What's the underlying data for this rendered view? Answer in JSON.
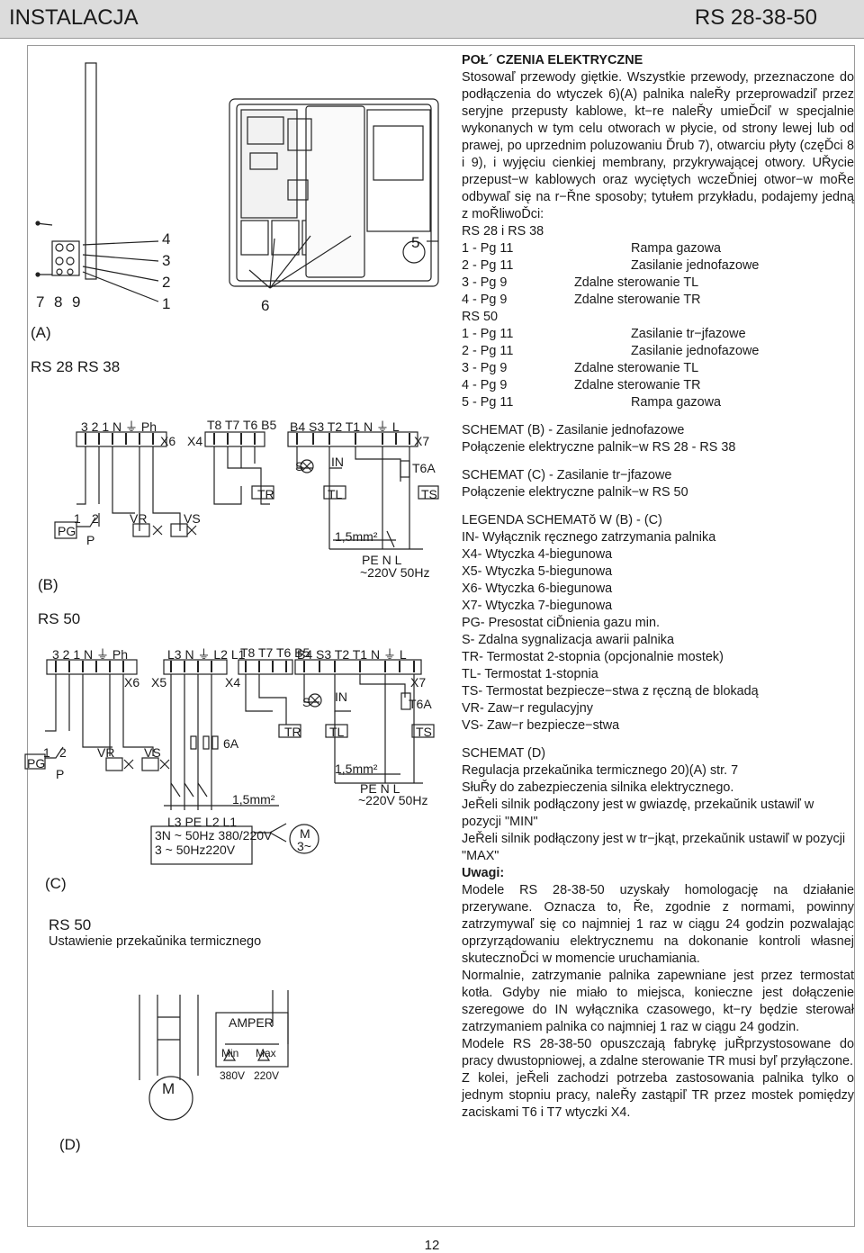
{
  "header": {
    "left": "INSTALACJA",
    "right": "RS 28-38-50"
  },
  "fig_labels": {
    "a": "(A)",
    "a_sub": "RS 28  RS 38",
    "b": "(B)",
    "b_sub": "RS 50",
    "c": "(C)",
    "c_sub": "RS 50",
    "c_caption": "Ustawienie przekaŭnika termicznego",
    "d": "(D)",
    "n7": "7",
    "n8": "8",
    "n9": "9",
    "n4": "4",
    "n3": "3",
    "n2": "2",
    "n1": "1",
    "n5": "5",
    "n6": "6"
  },
  "wiring": {
    "b_top": "3  2  1  N  ⏚  Ph",
    "x6": "X6",
    "x4": "X4",
    "x5": "X5",
    "x7": "X7",
    "b_mid": "T8 T7  T6 B5",
    "b_right": "B4 S3 T2     T1    N  ⏚   L",
    "s": "S",
    "in": "IN",
    "t6a": "T6A",
    "tr": "TR",
    "tl": "TL",
    "ts": "TS",
    "pg": "PG",
    "vr": "VR",
    "vs": "VS",
    "p": "P",
    "one": "1",
    "two": "2",
    "wire": "1,5mm²",
    "supply_top": "PE N    L",
    "supply": "~220V 50Hz",
    "c_l": "L3  N  ⏚  L2 L1",
    "c_6a": "6A",
    "c_l2": "L3   PE L2 L1",
    "c_3n1": "3N ~ 50Hz 380/220V",
    "c_3n2": "3 ~  50Hz220V",
    "c_m": "M",
    "c_3ph": "3~",
    "amper": "AMPER",
    "min": "Min",
    "max": "Max",
    "v380": "380V",
    "v220": "220V"
  },
  "text": {
    "title": "POŁ´ CZENIA ELEKTRYCZNE",
    "p1": "Stosowaľ  przewody giętkie. Wszystkie przewody, przeznaczone do podłączenia do wtyczek 6)(A) palnika naleŘy przeprowadziľ  przez seryjne przepusty kablowe, kt−re naleŘy umieĎciľ  w specjalnie wykonanych w tym celu otworach w płycie, od strony lewej lub od prawej, po uprzednim poluzowaniu Ďrub 7), otwarciu płyty (częĎci 8 i 9), i wyjęciu cienkiej membrany, przykrywającej otwory. UŘycie przepust−w kablowych oraz wyciętych wczeĎniej otwor−w moŘe odbywaľ  się na r−Řne sposoby; tytułem przykładu, podajemy jedną z moŘliwoĎci:",
    "rs2838": "RS 28 i RS 38",
    "list1": [
      {
        "a": "1 - Pg 11",
        "b": "Rampa gazowa",
        "w": 1
      },
      {
        "a": "2 - Pg 11",
        "b": "Zasilanie jednofazowe",
        "w": 1
      },
      {
        "a": "3 - Pg 9",
        "b": "Zdalne sterowanie TL",
        "w": 0
      },
      {
        "a": "4 - Pg 9",
        "b": "Zdalne sterowanie TR",
        "w": 0
      }
    ],
    "rs50": "RS 50",
    "list2": [
      {
        "a": "1 - Pg 11",
        "b": "Zasilanie tr−jfazowe",
        "w": 1
      },
      {
        "a": "2 - Pg 11",
        "b": "Zasilanie jednofazowe",
        "w": 1
      },
      {
        "a": "3 - Pg 9",
        "b": "Zdalne sterowanie TL",
        "w": 0
      },
      {
        "a": "4 - Pg 9",
        "b": "Zdalne sterowanie TR",
        "w": 0
      },
      {
        "a": "5 - Pg 11",
        "b": "Rampa gazowa",
        "w": 1
      }
    ],
    "schB_t": "SCHEMAT (B) - Zasilanie jednofazowe",
    "schB_d": "Połączenie elektryczne palnik−w RS 28 - RS 38",
    "schC_t": "SCHEMAT (C) - Zasilanie tr−jfazowe",
    "schC_d": "Połączenie elektryczne palnik−w RS 50",
    "leg_t": "LEGENDA SCHEMATŏ W (B) - (C)",
    "legend": [
      "IN- Wyłącznik ręcznego zatrzymania palnika",
      "X4- Wtyczka 4-biegunowa",
      "X5- Wtyczka 5-biegunowa",
      "X6- Wtyczka 6-biegunowa",
      "X7- Wtyczka 7-biegunowa",
      "PG- Presostat ciĎnienia gazu min.",
      "S- Zdalna sygnalizacja awarii palnika",
      "TR- Termostat 2-stopnia (opcjonalnie mostek)",
      "TL- Termostat 1-stopnia",
      "TS- Termostat bezpiecze−stwa z ręczną de blokadą",
      "VR- Zaw−r regulacyjny",
      "VS- Zaw−r bezpiecze−stwa"
    ],
    "schD_t": "SCHEMAT (D)",
    "schD_l1": "Regulacja przekaŭnika termicznego 20)(A) str. 7",
    "schD_l2": "SłuŘy do zabezpieczenia silnika elektrycznego.",
    "schD_l3": "JeŘeli silnik podłączony jest w gwiazdę, przekaŭnik ustawiľ w pozycji \"MIN\"",
    "schD_l4": "JeŘeli silnik podłączony jest w tr−jkąt, przekaŭnik ustawiľ  w pozycji \"MAX\"",
    "uwagi": "Uwagi:",
    "n1": "Modele RS 28-38-50 uzyskały homologację na działanie przerywane. Oznacza to, Ře, zgodnie z normami, powinny zatrzymywaľ  się co najmniej 1 raz w ciągu 24 godzin pozwalając oprzyrządowaniu elektrycznemu na dokonanie kontroli własnej skutecznoĎci w momencie uruchamiania.",
    "n2": "Normalnie, zatrzymanie palnika zapewniane jest przez termostat kotła. Gdyby nie miało to miejsca, konieczne jest dołączenie szeregowe do IN wyłącznika czasowego, kt−ry będzie sterował zatrzymaniem palnika co najmniej 1 raz w ciągu 24 godzin.",
    "n3": "Modele RS 28-38-50 opuszczają fabrykę juŘprzystosowane do pracy dwustopniowej, a zdalne sterowanie TR musi byľ  przyłączone.",
    "n4": "Z kolei, jeŘeli zachodzi potrzeba zastosowania palnika tylko o jednym stopniu pracy, naleŘy zastąpiľ  TR przez mostek pomiędzy zaciskami T6 i T7 wtyczki X4."
  },
  "page_number": "12"
}
